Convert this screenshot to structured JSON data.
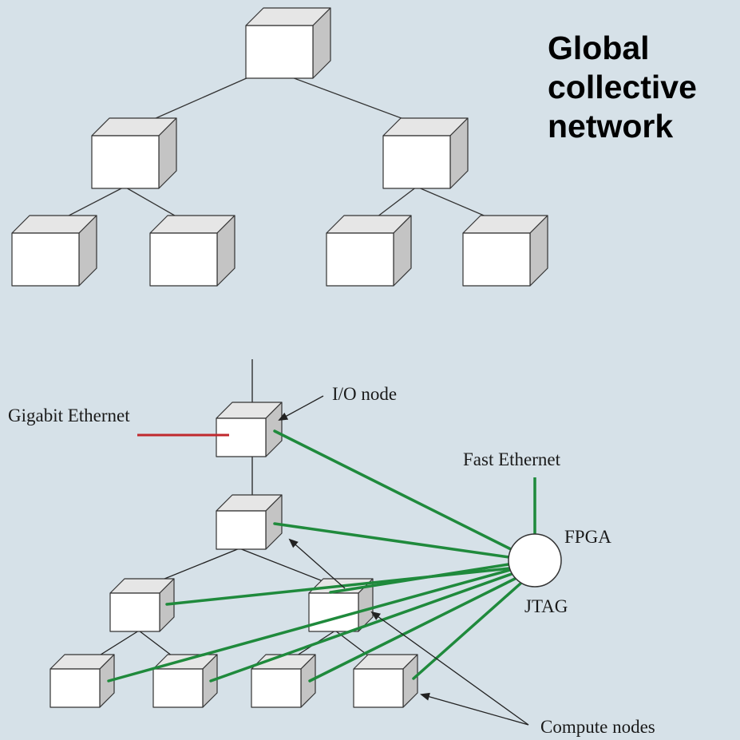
{
  "title": {
    "line1": "Global",
    "line2": "collective",
    "line3": "network"
  },
  "labels": {
    "io_node": "I/O node",
    "gigabit": "Gigabit Ethernet",
    "fast_ethernet": "Fast Ethernet",
    "fpga": "FPGA",
    "jtag": "JTAG",
    "compute_nodes": "Compute nodes"
  },
  "colors": {
    "background": "#d6e1e8",
    "box_front": "#ffffff",
    "box_top": "#e6e6e6",
    "box_side": "#c4c4c4",
    "tree_line": "#333333",
    "jtag_link": "#1f8a3c",
    "gigabit_link": "#c0282d"
  }
}
